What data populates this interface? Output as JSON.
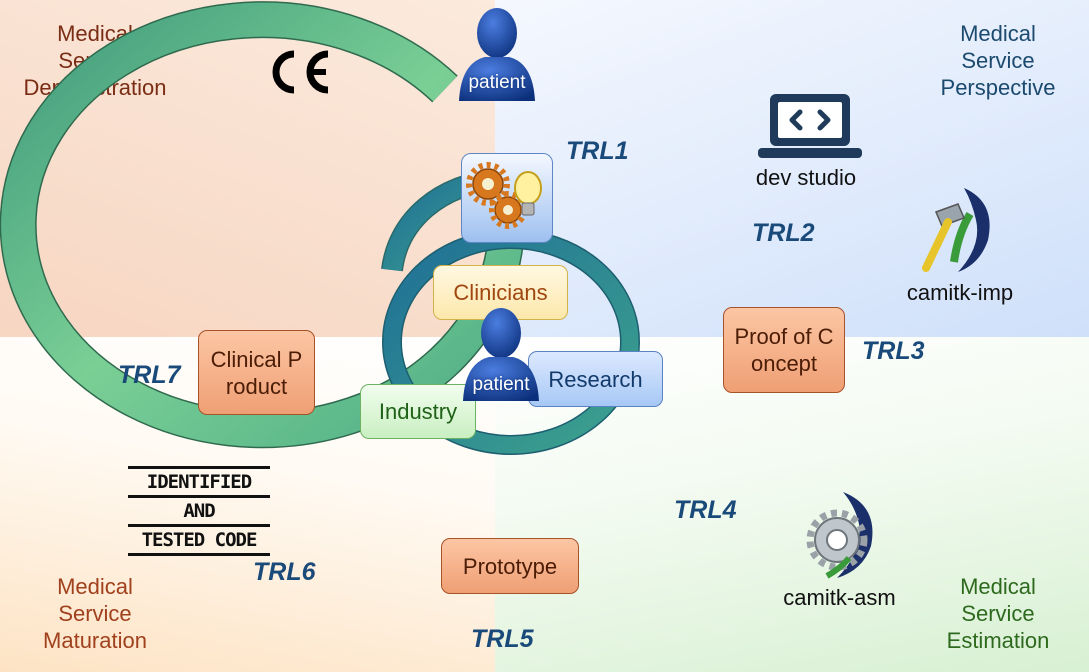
{
  "corners": {
    "top_left": "Medical\nService\nDemonstration",
    "top_right": "Medical\nService\nPerspective",
    "bottom_left": "Medical\nService\nMaturation",
    "bottom_right": "Medical\nService\nEstimation"
  },
  "trl_labels": [
    "TRL1",
    "TRL2",
    "TRL3",
    "TRL4",
    "TRL5",
    "TRL6",
    "TRL7"
  ],
  "stage_boxes": {
    "proof_of_concept": "Proof of Concept",
    "prototype": "Prototype",
    "clinical_product": "Clinical Product"
  },
  "center_boxes": {
    "clinicians": "Clinicians",
    "research": "Research",
    "industry": "Industry"
  },
  "patient_label": "patient",
  "tools": {
    "dev_studio": "dev studio",
    "camitk_imp": "camitk-imp",
    "camitk_asm": "camitk-asm"
  },
  "ce_mark": "CE",
  "stamp": [
    "IDENTIFIED",
    "AND",
    "TESTED CODE"
  ],
  "colors": {
    "trl": "#1a4a7a",
    "spiral_outer": "#5cbf8a",
    "spiral_inner": "#2a7f9a",
    "stage_box": "#f4a57c"
  },
  "icons": {
    "top_patient": "person-silhouette-icon",
    "center_patient": "person-silhouette-icon",
    "idea": "gears-lightbulb-icon",
    "dev_studio": "laptop-code-icon",
    "camitk_imp": "camitk-imp-hammer-icon",
    "camitk_asm": "camitk-asm-gear-icon"
  }
}
